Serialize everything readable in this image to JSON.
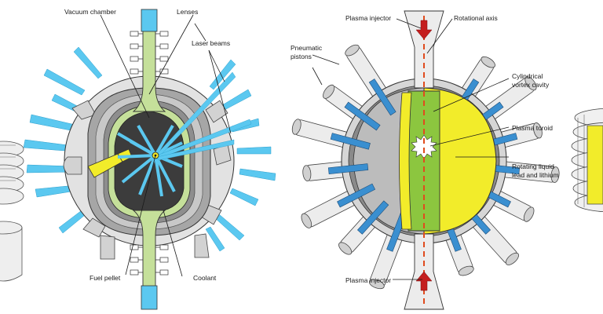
{
  "left_diagram": {
    "labels": {
      "vacuum_chamber": "Vacuum chamber",
      "lenses": "Lenses",
      "laser_beams": "Laser beams",
      "fuel_pellet": "Fuel pellet",
      "coolant": "Coolant"
    }
  },
  "right_diagram": {
    "labels": {
      "plasma_injector_top": "Plasma injector",
      "rotational_axis": "Rotational axis",
      "pneumatic_pistons_1": "Pneumatic",
      "pneumatic_pistons_2": "pistons",
      "cylindrical_vortex_1": "Cylindrical",
      "cylindrical_vortex_2": "vortex cavity",
      "plasma_toroid": "Plasma toroid",
      "rotating_liquid_1": "Rotating liquid",
      "rotating_liquid_2": "lead and lithium",
      "plasma_injector_bottom": "Plasma injector"
    }
  },
  "colors": {
    "laser_blue": "#5bc8f0",
    "coolant_green": "#c5e09a",
    "core_dark": "#3c3c3c",
    "liquid_yellow": "#f2ec2a",
    "toroid_green": "#8cc63f",
    "axis_red": "#e04b1e",
    "arrow_red": "#c41e1e",
    "shell_gray": "#9a9a9a",
    "light_gray": "#e2e2e2"
  }
}
